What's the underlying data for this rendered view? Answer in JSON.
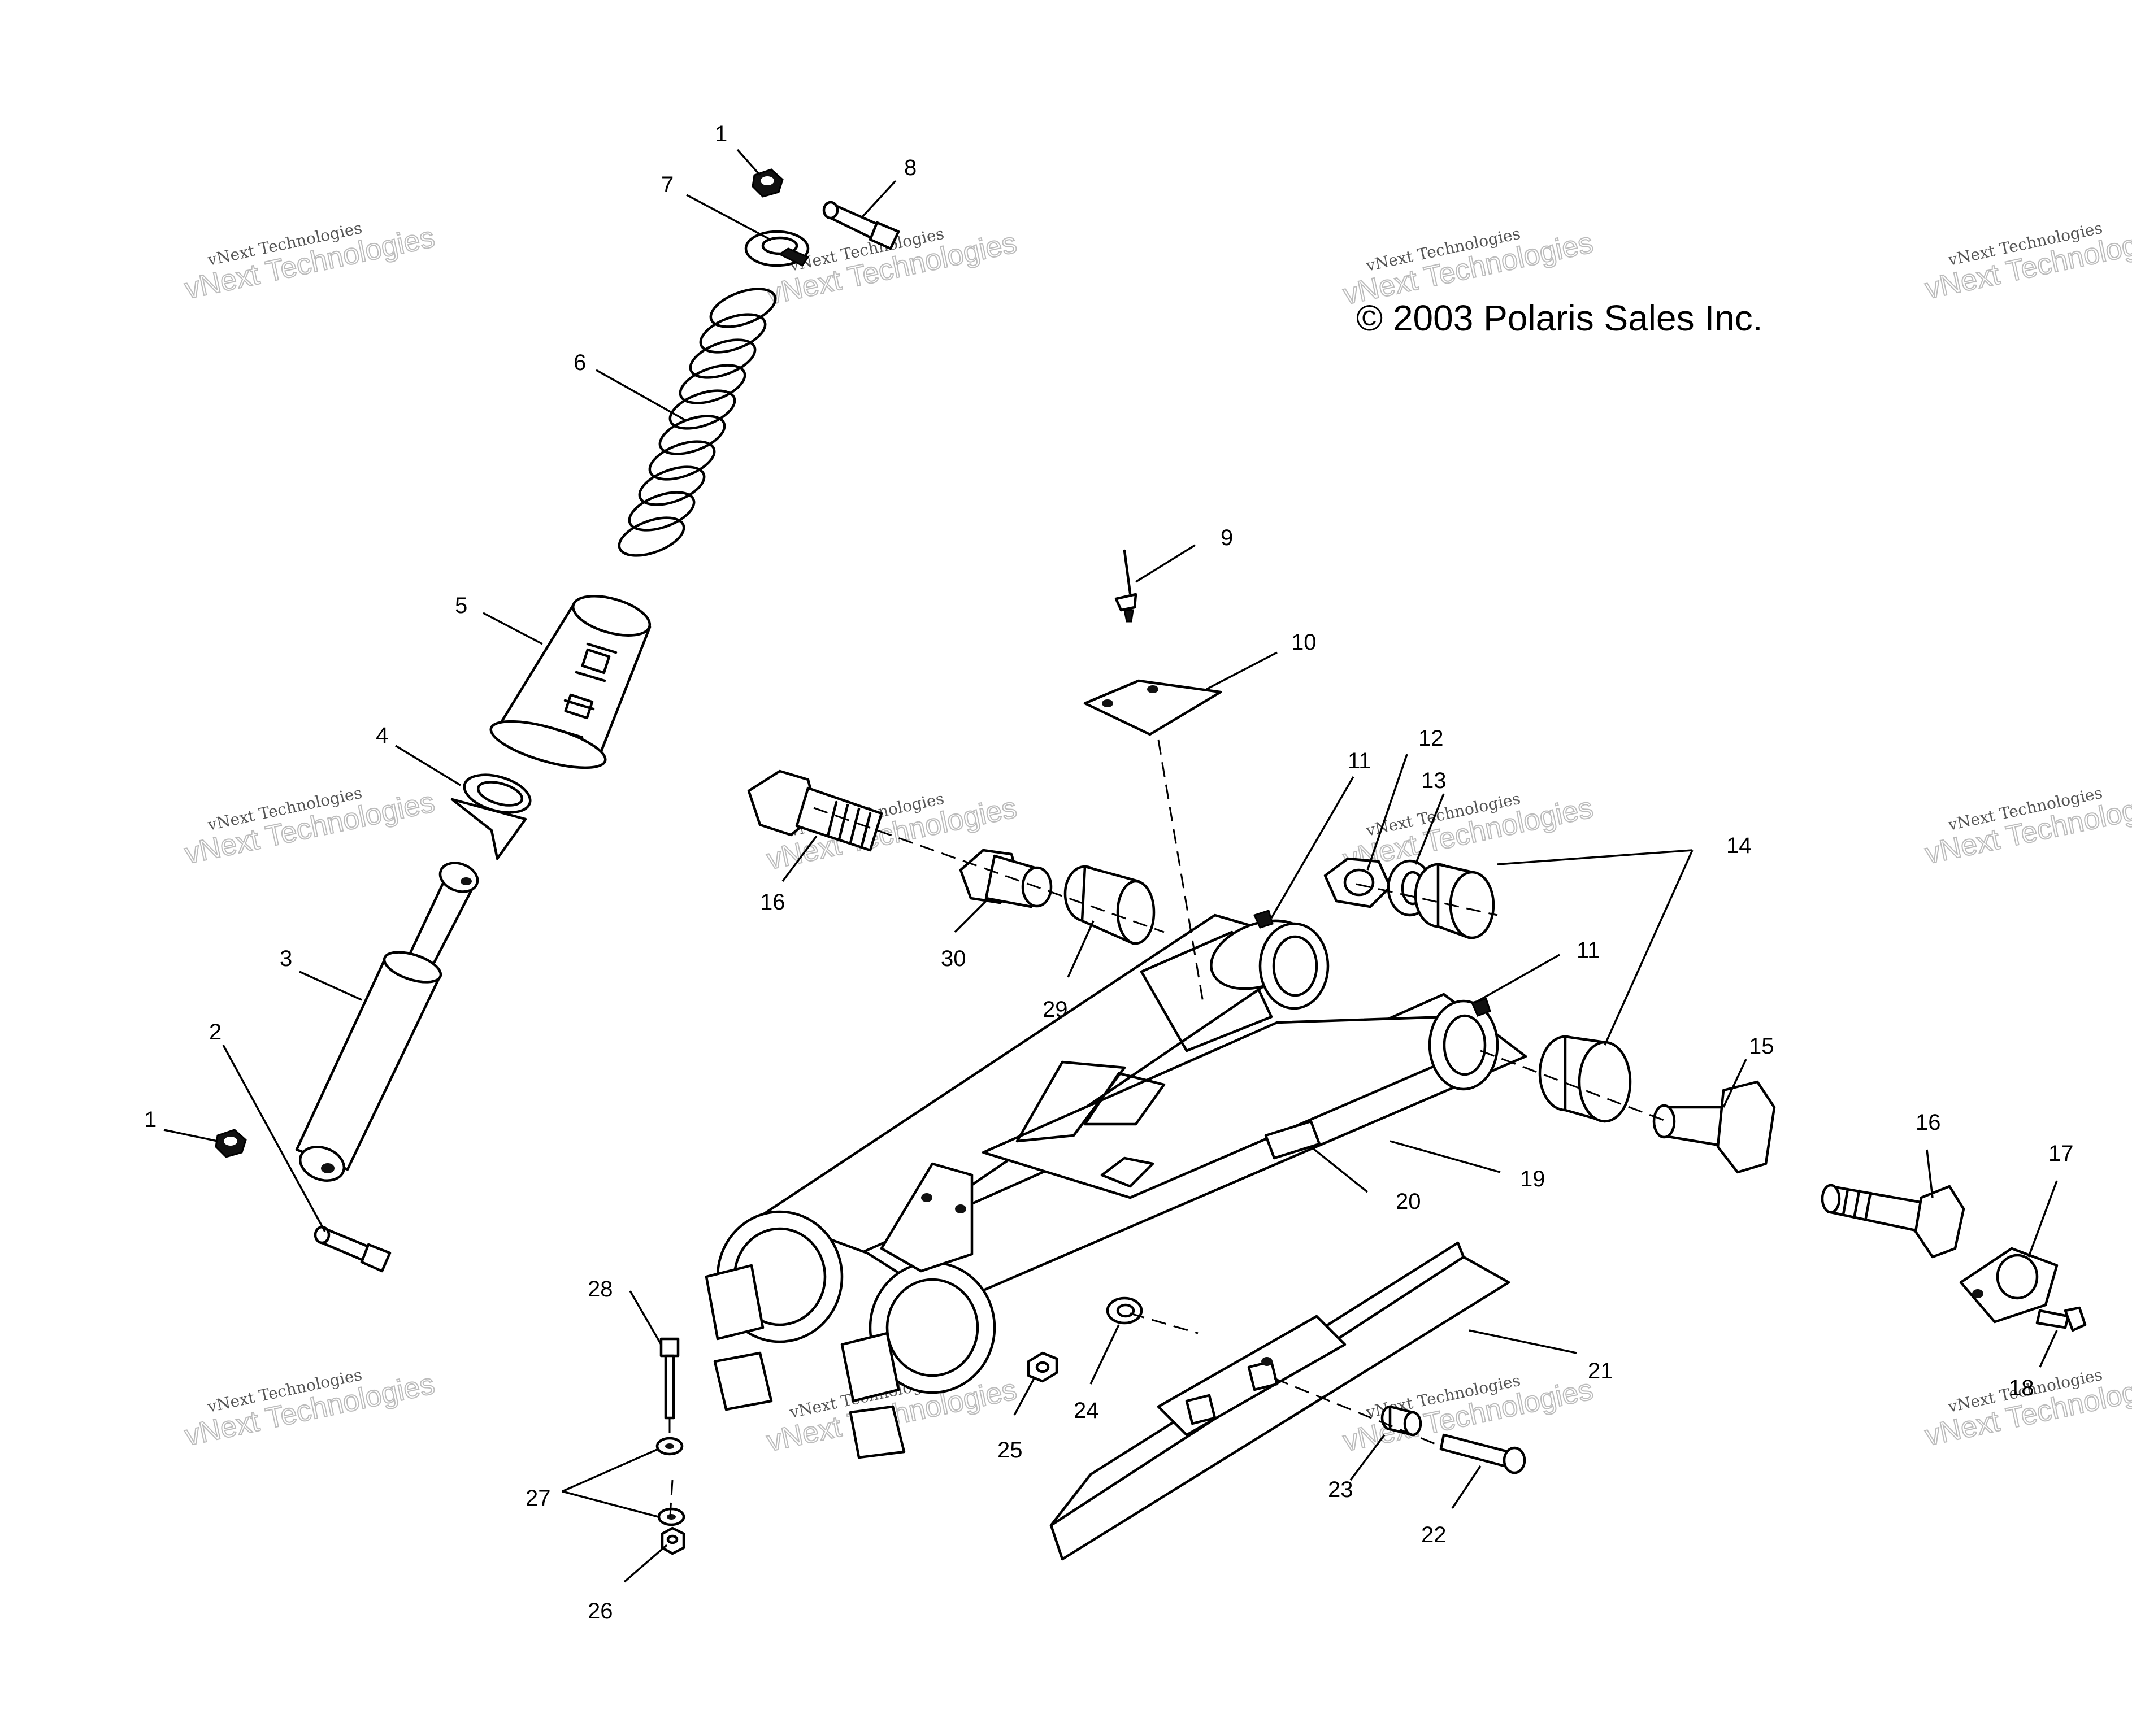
{
  "copyright": "© 2003 Polaris Sales Inc.",
  "watermark": {
    "line1": "vNext Technologies",
    "line2": "vNext Technologies"
  },
  "callouts": {
    "c1a": "1",
    "c1b": "1",
    "c2": "2",
    "c3": "3",
    "c4": "4",
    "c5": "5",
    "c6": "6",
    "c7": "7",
    "c8": "8",
    "c9": "9",
    "c10": "10",
    "c11a": "11",
    "c11b": "11",
    "c12": "12",
    "c13": "13",
    "c14": "14",
    "c15": "15",
    "c16a": "16",
    "c16b": "16",
    "c17": "17",
    "c18": "18",
    "c19": "19",
    "c20": "20",
    "c21": "21",
    "c22": "22",
    "c23": "23",
    "c24": "24",
    "c25": "25",
    "c26": "26",
    "c27": "27",
    "c28": "28",
    "c29": "29",
    "c30": "30"
  }
}
